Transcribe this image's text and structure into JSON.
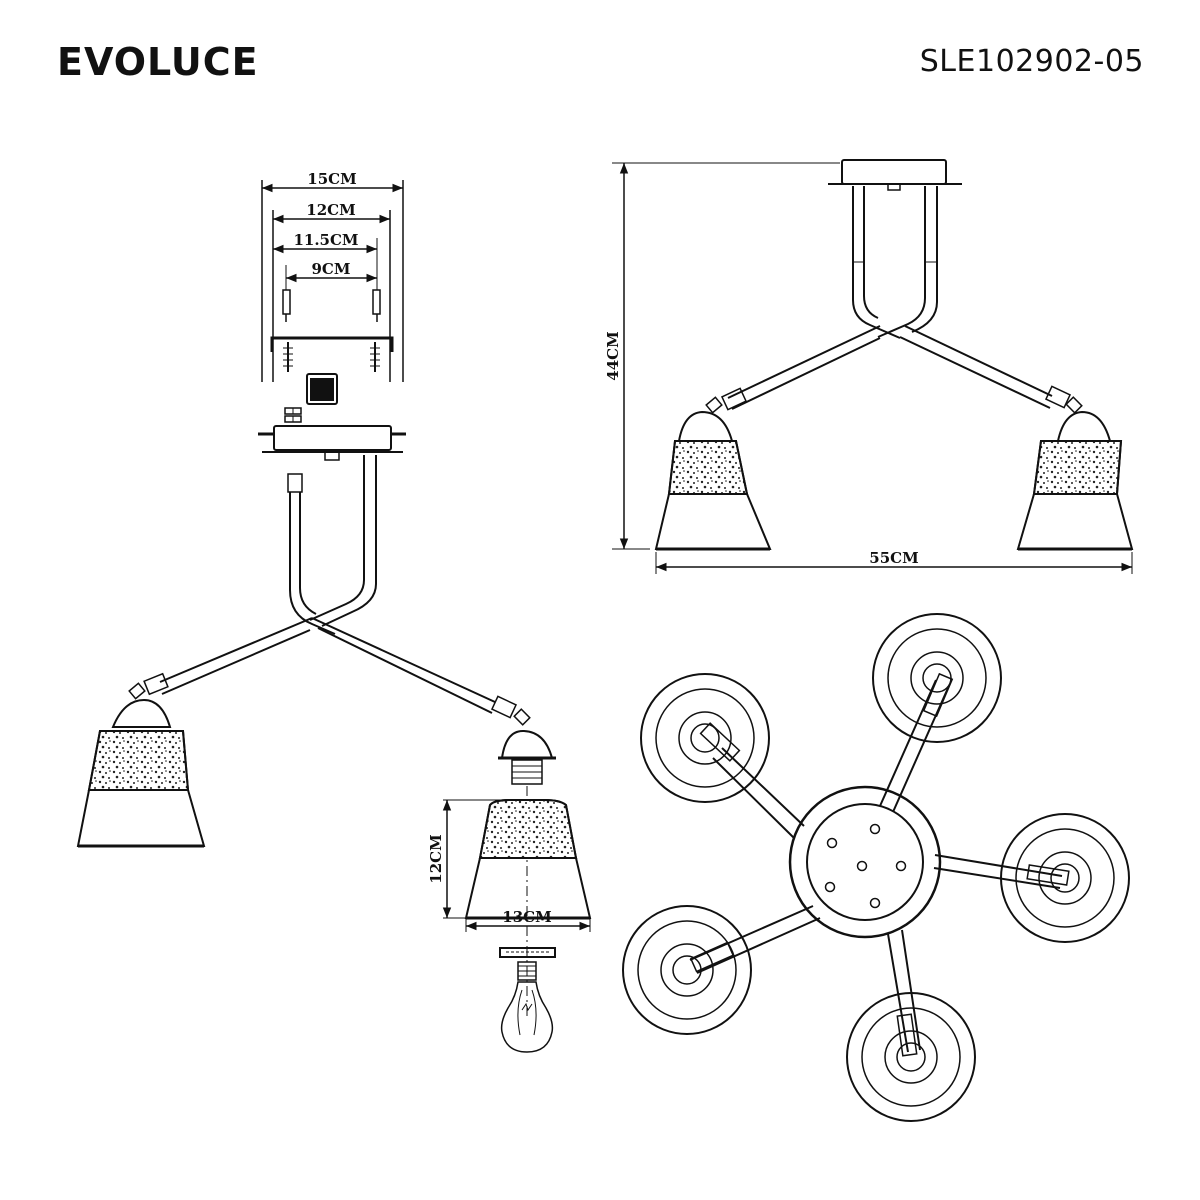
{
  "header": {
    "brand": "EVOLUCE",
    "model": "SLE102902-05"
  },
  "mount_dims": {
    "w15": "15CM",
    "w12": "12CM",
    "w115": "11.5CM",
    "w9": "9CM"
  },
  "front_dims": {
    "height": "44CM",
    "width": "55CM"
  },
  "shade_dims": {
    "height": "12CM",
    "width": "13CM"
  },
  "colors": {
    "line": "#111111",
    "background": "#ffffff"
  }
}
